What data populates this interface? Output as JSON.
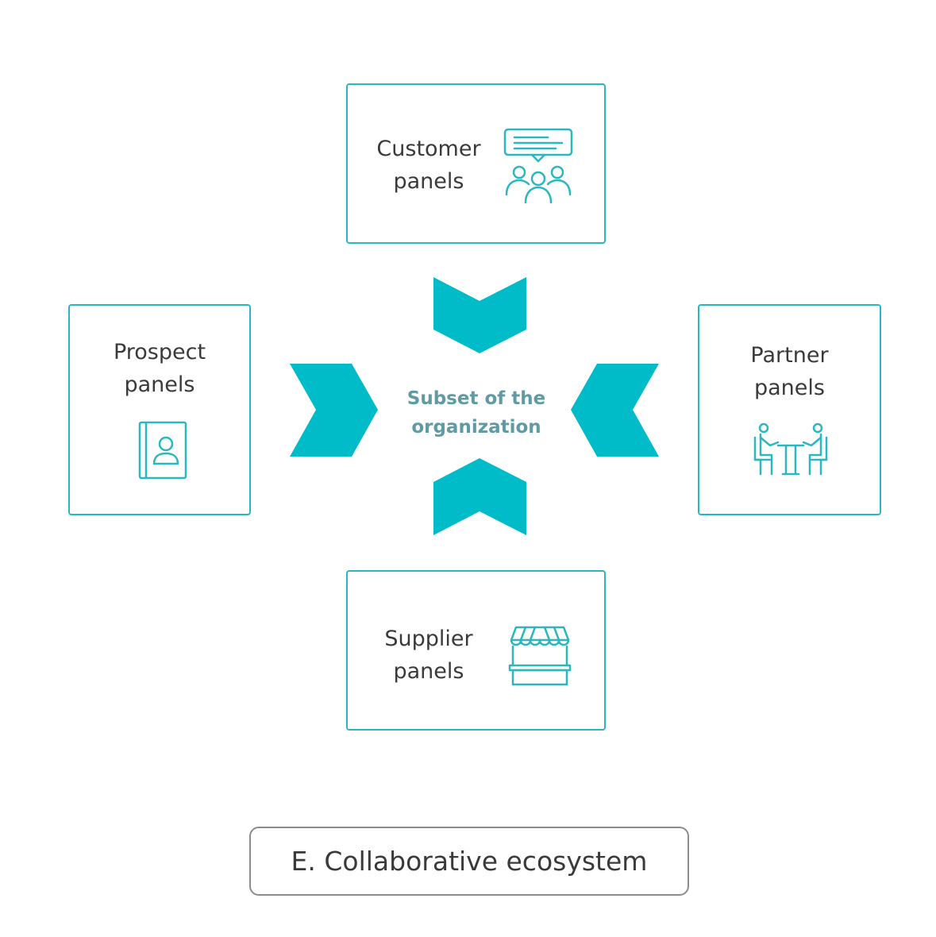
{
  "colors": {
    "accent": "#2ab7bf",
    "chevron": "#00bcc8",
    "center_text": "#5f9ba2",
    "text": "#3a3a3a",
    "caption_border": "#8c8c8c"
  },
  "center": {
    "label": "Subset of the\norganization"
  },
  "panels": {
    "customer": {
      "label": "Customer\npanels",
      "icon": "customer-panel-icon"
    },
    "prospect": {
      "label": "Prospect\npanels",
      "icon": "contact-book-icon"
    },
    "partner": {
      "label": "Partner\npanels",
      "icon": "meeting-table-icon"
    },
    "supplier": {
      "label": "Supplier\npanels",
      "icon": "market-stall-icon"
    }
  },
  "caption": {
    "label": "E. Collaborative ecosystem"
  }
}
